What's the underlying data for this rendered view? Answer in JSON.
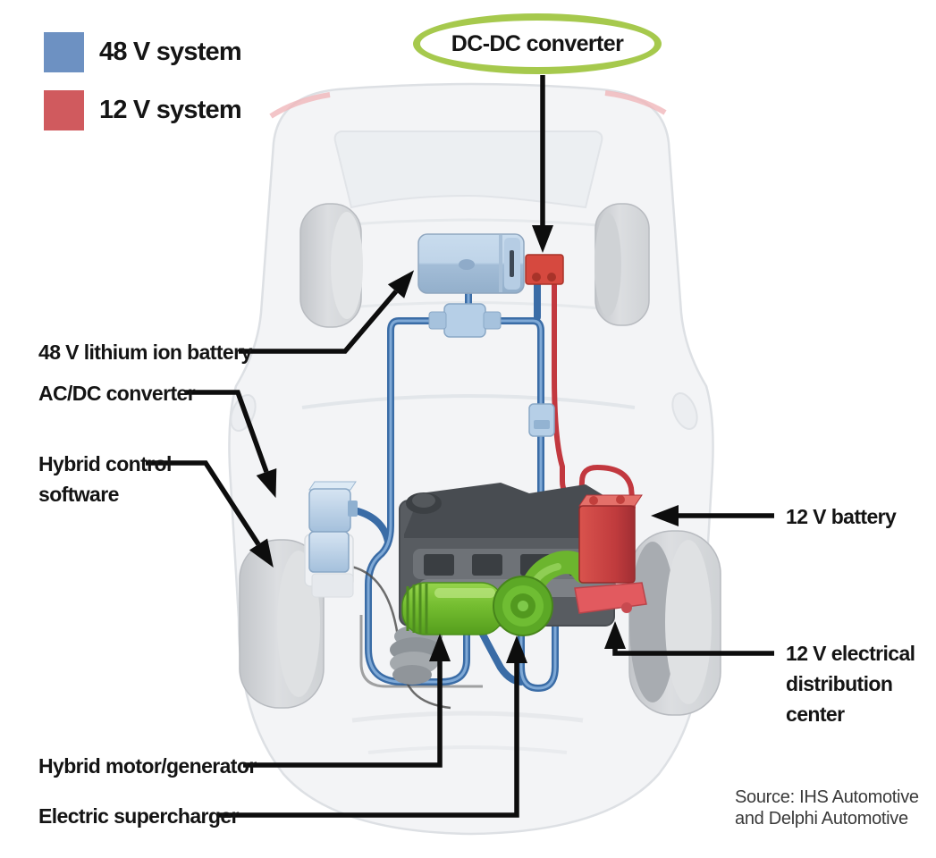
{
  "legend": {
    "items": [
      {
        "label": "48 V system",
        "color": "#6d91c2"
      },
      {
        "label": "12 V system",
        "color": "#d05a5e"
      }
    ]
  },
  "callout": {
    "label": "DC-DC converter",
    "ring_color": "#a6c94d"
  },
  "labels": {
    "battery_48v": "48 V lithium ion battery",
    "acdc_converter": "AC/DC converter",
    "hybrid_control": "Hybrid control software",
    "motor_generator": "Hybrid motor/generator",
    "supercharger": "Electric supercharger",
    "battery_12v": "12 V battery",
    "distribution_center": "12 V electrical distribution center"
  },
  "source": {
    "line1": "Source: IHS Automotive",
    "line2": "and Delphi Automotive"
  },
  "colors": {
    "wire_48v": "#3a6ca6",
    "wire_48v_highlight": "#7fa9d6",
    "wire_12v": "#c2383f",
    "annotation_black": "#0d0d0d",
    "component_green": "#6cb52e"
  }
}
